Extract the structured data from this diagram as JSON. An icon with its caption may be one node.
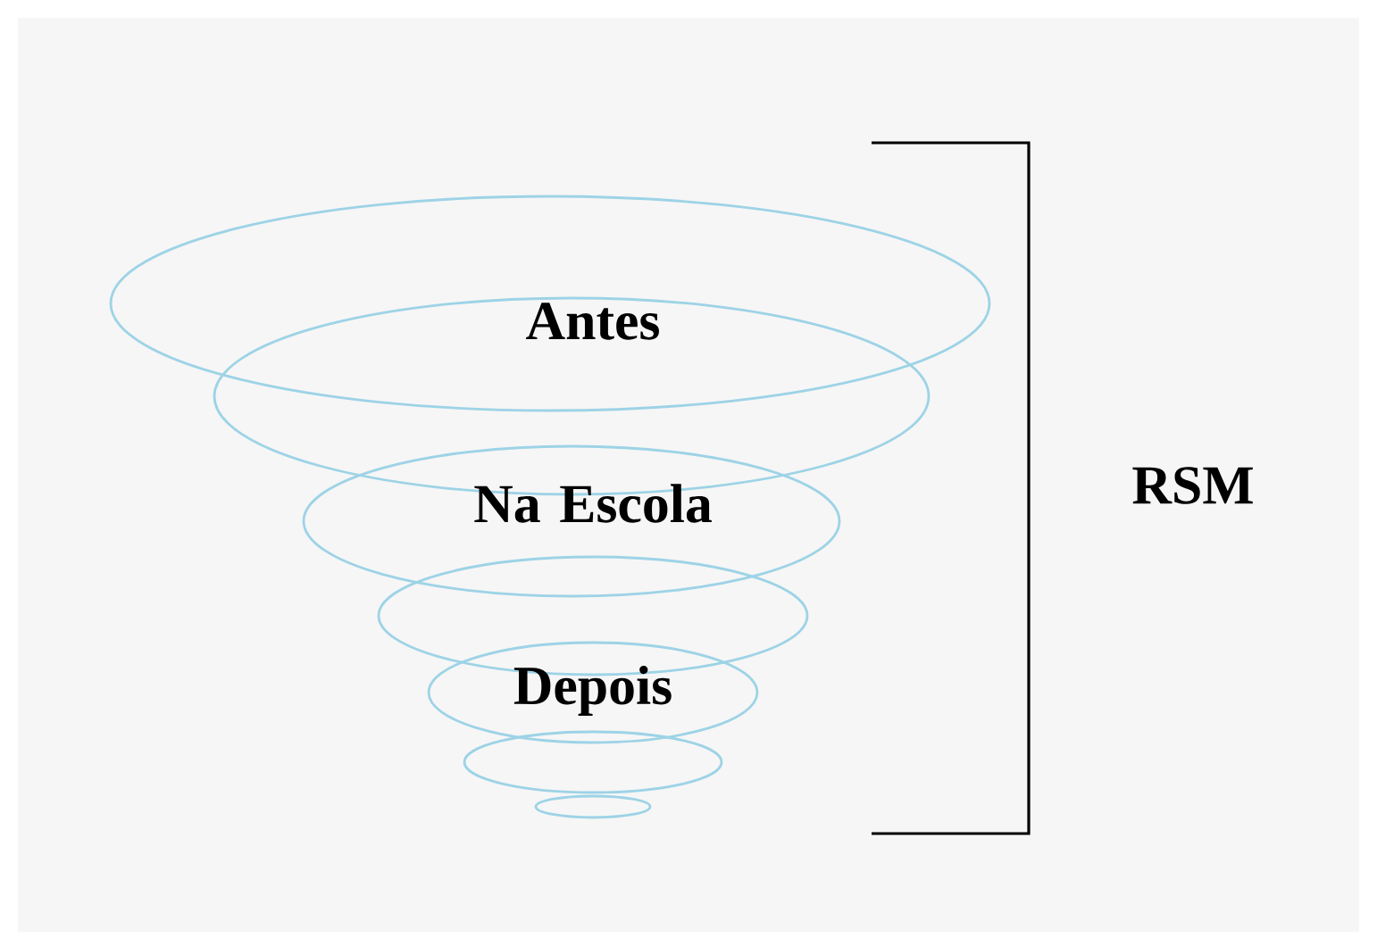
{
  "diagram": {
    "labels": [
      "Antes",
      "Na Escola",
      "Depois",
      "RSM"
    ]
  }
}
